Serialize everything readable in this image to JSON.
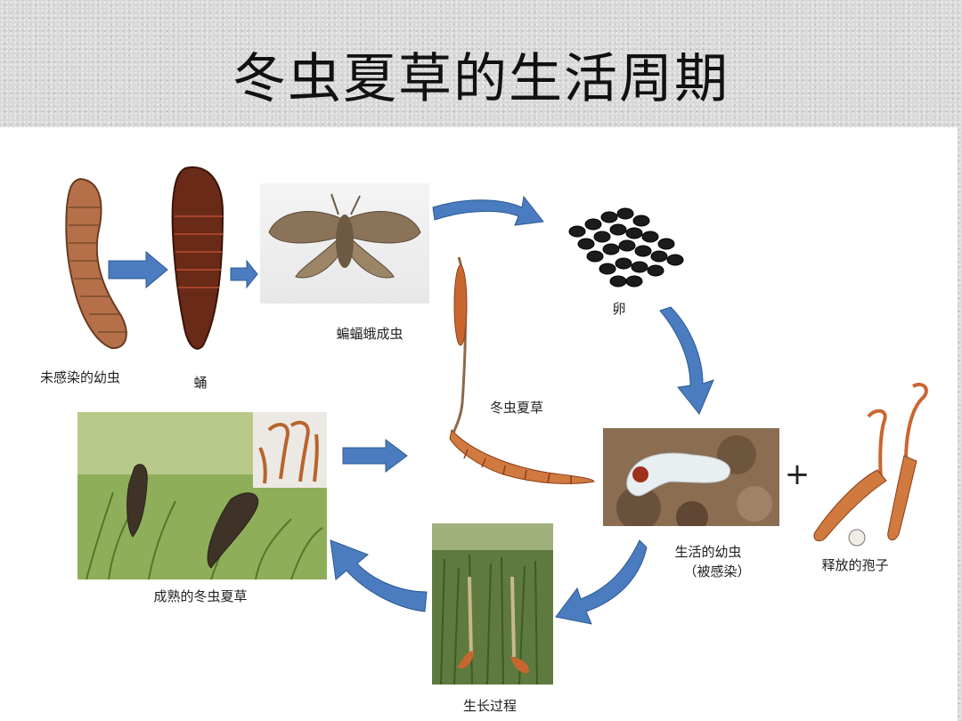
{
  "title": "冬虫夏草的生活周期",
  "labels": {
    "uninfected_larva": "未感染的幼虫",
    "pupa": "蛹",
    "adult_moth": "蝙蝠蛾成虫",
    "egg": "卵",
    "cordyceps": "冬虫夏草",
    "living_larva_line1": "生活的幼虫",
    "living_larva_line2": "（被感染）",
    "plus": "+",
    "released_spores": "释放的孢子",
    "mature_cordyceps": "成熟的冬虫夏草",
    "growth_process": "生长过程"
  },
  "colors": {
    "arrow_blue": "#4a7cbf",
    "larva_brown": "#b5704a",
    "pupa_dark": "#6a2a18",
    "cordyceps_orange": "#c9662f"
  }
}
